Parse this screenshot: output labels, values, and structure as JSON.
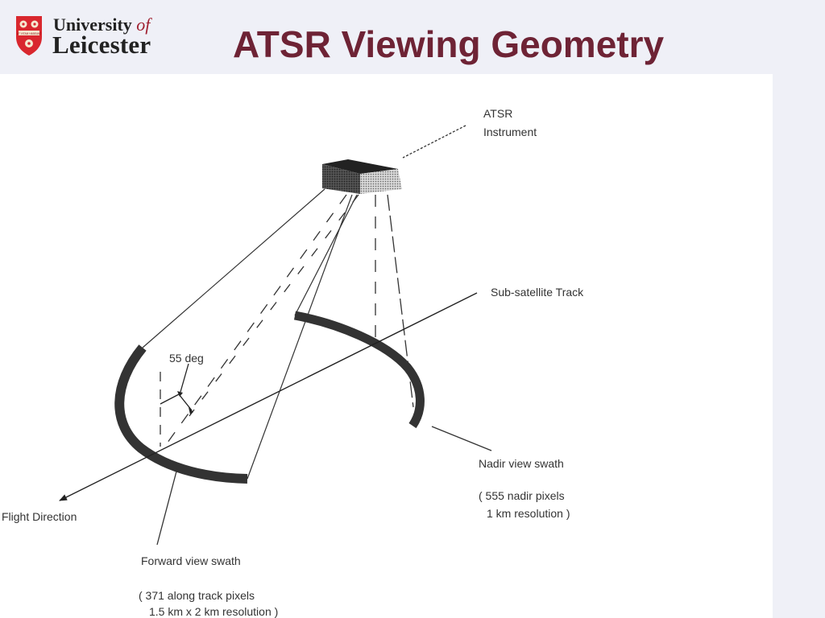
{
  "header": {
    "logo": {
      "line1_main": "University",
      "line1_italic": "of",
      "line2": "Leicester",
      "shield_motto": "UT VITAM HABEANT"
    },
    "title": "ATSR Viewing Geometry"
  },
  "diagram": {
    "instrument_label": [
      "ATSR",
      "Instrument"
    ],
    "track_label": "Sub-satellite Track",
    "angle_label": "55 deg",
    "nadir_label": "Nadir view swath",
    "nadir_detail": [
      "( 555 nadir pixels",
      "1 km resolution )"
    ],
    "flight_label": "Flight Direction",
    "forward_label": "Forward view swath",
    "forward_detail": [
      "( 371 along track pixels",
      "1.5 km x 2 km resolution )"
    ]
  },
  "colors": {
    "background": "#eff0f7",
    "title": "#6e2335",
    "shield": "#d9272e",
    "panel": "#ffffff"
  }
}
